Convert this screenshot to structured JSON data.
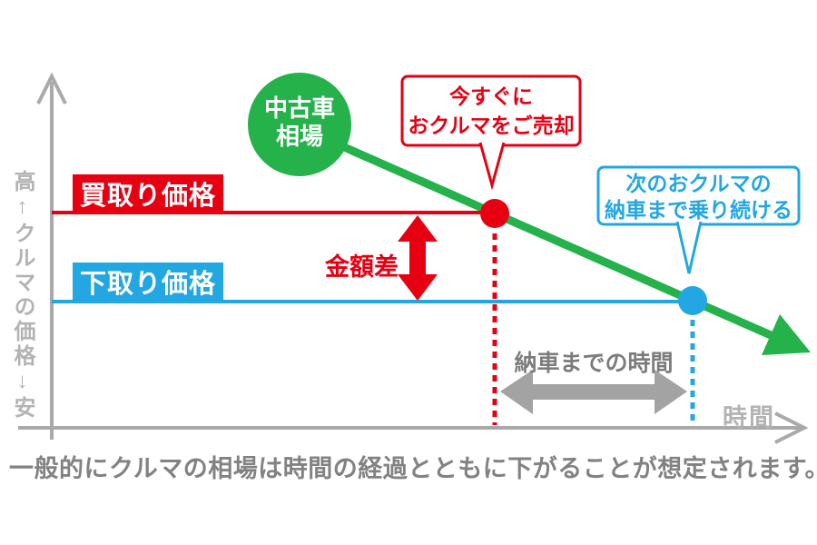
{
  "colors": {
    "red": "#e60012",
    "blue": "#22a7e2",
    "green": "#25b24b",
    "axis_gray": "#a9a9a9",
    "text_gray": "#7c7c7c",
    "light_gray": "#b3b3b3"
  },
  "y_axis": {
    "label": "高↑クルマの価格↓安"
  },
  "x_axis": {
    "label": "時間"
  },
  "market_bubble": {
    "line1": "中古車",
    "line2": "相場"
  },
  "price_lines": {
    "buyback_label": "買取り価格",
    "tradein_label": "下取り価格"
  },
  "gap_arrow": {
    "label": "金額差"
  },
  "delivery_arrow": {
    "label": "納車までの時間"
  },
  "callout_sell_now": {
    "line1": "今すぐに",
    "line2": "おクルマをご売却"
  },
  "callout_keep_riding": {
    "line1": "次のおクルマの",
    "line2": "納車まで乗り続ける"
  },
  "caption": "一般的にクルマの相場は時間の経過とともに下がることが想定されます。"
}
